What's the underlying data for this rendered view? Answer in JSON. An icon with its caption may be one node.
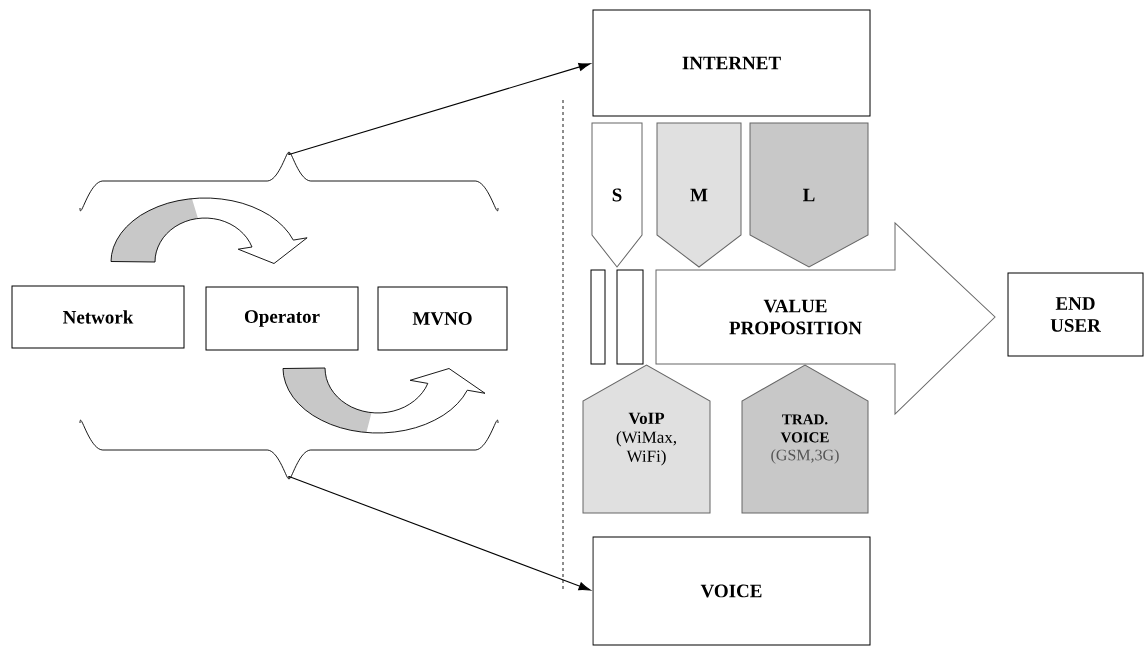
{
  "diagram": {
    "nodes": [
      {
        "text": [
          "Network"
        ]
      },
      {
        "text": [
          "Operator"
        ]
      },
      {
        "text": [
          "MVNO"
        ]
      },
      {
        "text": [
          "INTERNET"
        ]
      },
      {
        "text": [
          "S"
        ]
      },
      {
        "text": [
          "M"
        ]
      },
      {
        "text": [
          "L"
        ]
      },
      {
        "text": [
          "VALUE PROPOSITION"
        ]
      },
      {
        "text": [
          "END USER"
        ]
      },
      {
        "text": [
          "VoIP",
          "(WiMax, WiFi)"
        ]
      },
      {
        "text": [
          "TRAD. VOICE",
          "(GSM,3G)"
        ]
      },
      {
        "text": [
          "VOICE"
        ]
      },
      {
        "text": [],
        "shape": "bar"
      },
      {
        "text": [],
        "shape": "bar"
      },
      {
        "text": [],
        "shape": "brace"
      },
      {
        "text": [],
        "shape": "brace"
      }
    ],
    "edges": [
      {
        "from": 0,
        "to": 1,
        "arrow": "to"
      },
      {
        "from": 1,
        "to": 2,
        "arrow": "to"
      },
      {
        "from": 14,
        "to": 3,
        "arrow": "to"
      },
      {
        "from": 15,
        "to": 11,
        "arrow": "to"
      }
    ]
  }
}
